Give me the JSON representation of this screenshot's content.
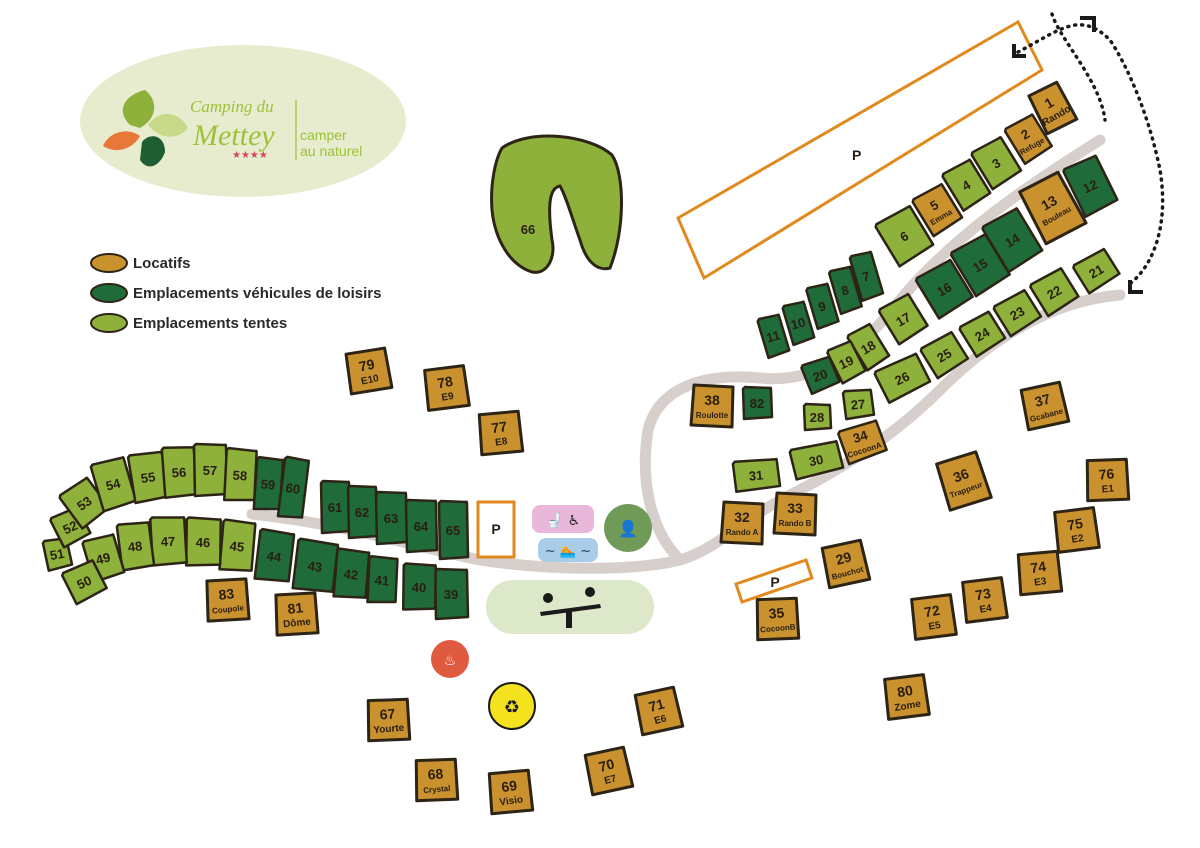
{
  "colors": {
    "locatif": "#c9922e",
    "vehicle": "#1f6b3a",
    "tent": "#8db13a",
    "road": "#d6cfcc",
    "parking": "#e08a1e",
    "play_area": "#dde7c9",
    "logo_bg": "#e6eccd",
    "stroke": "#2e2416"
  },
  "logo": {
    "title_line1": "Camping du",
    "title_line2": "Mettey",
    "stars": "★★★★",
    "slogan_line1": "camper",
    "slogan_line2": "au naturel"
  },
  "legend": [
    {
      "label": "Locatifs",
      "color": "#c9922e"
    },
    {
      "label": "Emplacements véhicules de loisirs",
      "color": "#1f6b3a"
    },
    {
      "label": "Emplacements tentes",
      "color": "#8db13a"
    }
  ],
  "parking": {
    "label": "P"
  },
  "pitches": {
    "tent": [
      "2",
      "3",
      "4",
      "5",
      "6",
      "17",
      "18",
      "19",
      "20",
      "21",
      "22",
      "23",
      "24",
      "25",
      "26",
      "27",
      "28",
      "31",
      "30",
      "34",
      "45",
      "46",
      "47",
      "48",
      "49",
      "50",
      "51",
      "52",
      "53",
      "54",
      "55",
      "56",
      "57",
      "58",
      "66"
    ],
    "vehicle": [
      "7",
      "8",
      "9",
      "10",
      "11",
      "12",
      "14",
      "15",
      "16",
      "20",
      "59",
      "60",
      "61",
      "62",
      "63",
      "64",
      "65",
      "39",
      "40",
      "41",
      "42",
      "43",
      "44",
      "82"
    ],
    "locatifs": [
      {
        "num": "1",
        "name": "Rando"
      },
      {
        "num": "2",
        "name": "Refuge"
      },
      {
        "num": "5",
        "name": "Emma"
      },
      {
        "num": "13",
        "name": "Bouleau"
      },
      {
        "num": "79",
        "name": "E10"
      },
      {
        "num": "78",
        "name": "E9"
      },
      {
        "num": "77",
        "name": "E8"
      },
      {
        "num": "38",
        "name": "Roulotte"
      },
      {
        "num": "34",
        "name": "CocoonA"
      },
      {
        "num": "37",
        "name": "Gcabane"
      },
      {
        "num": "36",
        "name": "Trappeur"
      },
      {
        "num": "76",
        "name": "E1"
      },
      {
        "num": "75",
        "name": "E2"
      },
      {
        "num": "74",
        "name": "E3"
      },
      {
        "num": "73",
        "name": "E4"
      },
      {
        "num": "72",
        "name": "E5"
      },
      {
        "num": "32",
        "name": "Rando A"
      },
      {
        "num": "33",
        "name": "Rando B"
      },
      {
        "num": "29",
        "name": "Bouchot"
      },
      {
        "num": "35",
        "name": "CocoonB"
      },
      {
        "num": "83",
        "name": "Coupole"
      },
      {
        "num": "81",
        "name": "Dôme"
      },
      {
        "num": "80",
        "name": "Zome"
      },
      {
        "num": "71",
        "name": "E6"
      },
      {
        "num": "70",
        "name": "E7"
      },
      {
        "num": "67",
        "name": "Yourte"
      },
      {
        "num": "68",
        "name": "Crystal"
      },
      {
        "num": "69",
        "name": "Visio"
      }
    ]
  },
  "services": {
    "toilets_icon": "toilet-shower-accessible-icon",
    "pool_icon": "swimming-icon",
    "reception_icon": "reception-icon",
    "playground_icon": "seesaw-icon",
    "sauna_icon": "sauna-icon",
    "recycling_icon": "recycling-icon"
  }
}
